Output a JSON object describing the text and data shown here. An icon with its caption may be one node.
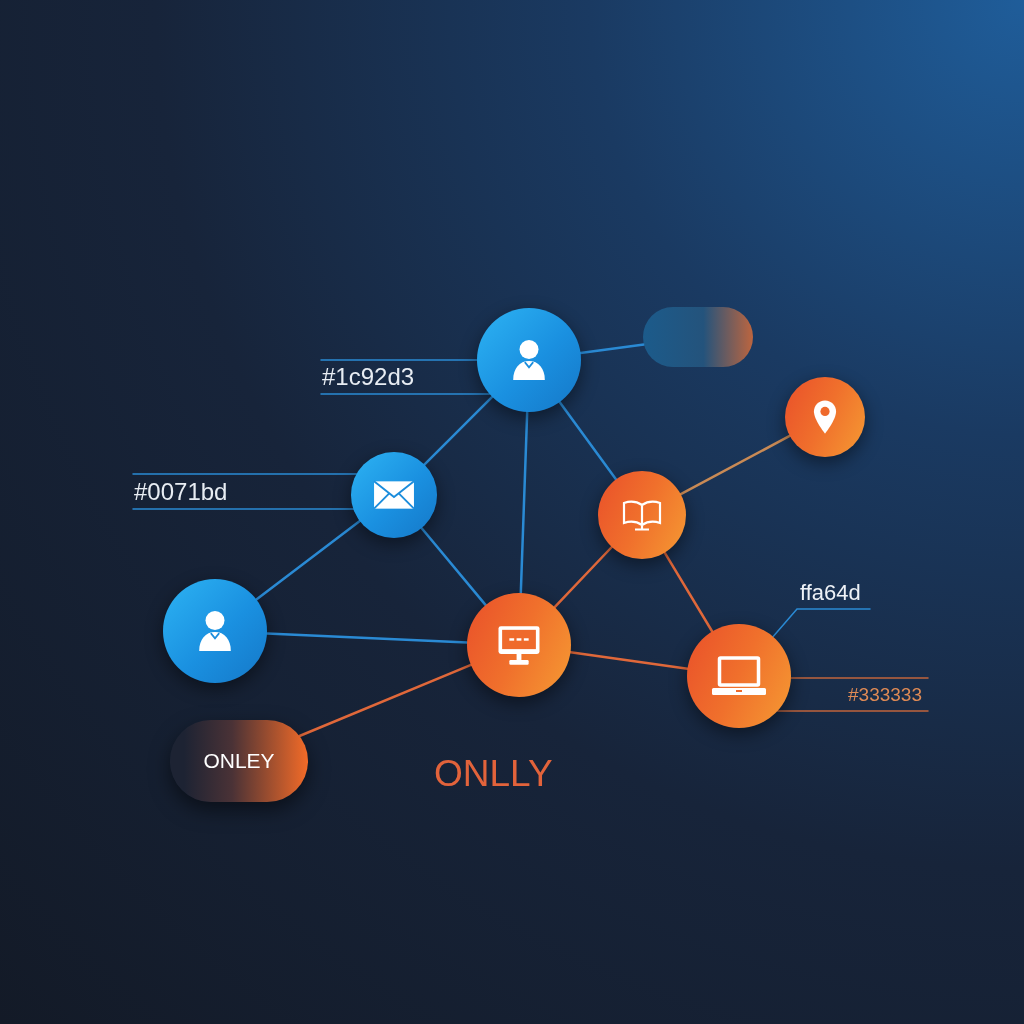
{
  "diagram": {
    "nodes": [
      {
        "text": [],
        "shape": "circle"
      },
      {
        "text": [],
        "shape": "pill"
      },
      {
        "text": [
          "#1c92d3"
        ]
      },
      {
        "text": [],
        "shape": "circle"
      },
      {
        "text": [
          "#0071bd"
        ]
      },
      {
        "text": [],
        "shape": "circle"
      },
      {
        "text": [],
        "shape": "circle"
      },
      {
        "text": [
          "ffa64d"
        ]
      },
      {
        "text": [],
        "shape": "circle"
      },
      {
        "text": [],
        "shape": "circle"
      },
      {
        "text": [],
        "shape": "circle"
      },
      {
        "text": [
          "#333333"
        ]
      },
      {
        "text": [
          "ONLEY"
        ]
      }
    ],
    "edges": [
      {
        "from": 0,
        "to": 1,
        "arrow": "none"
      },
      {
        "from": 2,
        "to": 0,
        "arrow": "none"
      },
      {
        "from": 0,
        "to": 5,
        "arrow": "none"
      },
      {
        "from": 0,
        "to": 9,
        "arrow": "none"
      },
      {
        "from": 0,
        "to": 6,
        "arrow": "none"
      },
      {
        "from": 4,
        "to": 5,
        "arrow": "none"
      },
      {
        "from": 5,
        "to": 8,
        "arrow": "none"
      },
      {
        "from": 5,
        "to": 9,
        "arrow": "none"
      },
      {
        "from": 8,
        "to": 9,
        "arrow": "none"
      },
      {
        "from": 6,
        "to": 3,
        "arrow": "none",
        "color": "#c98a55"
      },
      {
        "from": 6,
        "to": 9,
        "arrow": "none",
        "color": "#e0683a"
      },
      {
        "from": 6,
        "to": 10,
        "arrow": "none",
        "color": "#e0683a"
      },
      {
        "from": 9,
        "to": 10,
        "arrow": "none",
        "color": "#e0683a"
      },
      {
        "from": 9,
        "to": 12,
        "arrow": "none",
        "color": "#e0683a"
      },
      {
        "from": 7,
        "to": 10,
        "arrow": "none"
      },
      {
        "from": 11,
        "to": 10,
        "arrow": "none",
        "color": "#c0643c"
      }
    ],
    "labels": [
      "ONLLY"
    ]
  }
}
